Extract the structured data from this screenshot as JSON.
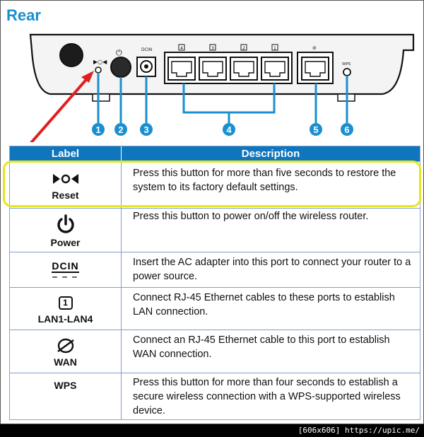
{
  "title": "Rear",
  "callouts": [
    "1",
    "2",
    "3",
    "4",
    "5",
    "6"
  ],
  "port_tags": [
    "4",
    "3",
    "2",
    "1"
  ],
  "wps_tag": "WPS",
  "dcin_tag": "DCIN",
  "table": {
    "headers": {
      "label": "Label",
      "description": "Description"
    },
    "rows": [
      {
        "icon": "reset-icon",
        "label": "Reset",
        "description": "Press this button for more than five seconds to restore the system to its factory default settings."
      },
      {
        "icon": "power-icon",
        "label": "Power",
        "description": "Press this button to power on/off the wireless router."
      },
      {
        "icon": "dcin-icon",
        "label": "",
        "icon_text": "DCIN",
        "description": "Insert the AC adapter into this port to connect your router to a power source."
      },
      {
        "icon": "lan-port-icon",
        "label": "LAN1-LAN4",
        "icon_text": "1",
        "description": "Connect RJ-45 Ethernet cables to these ports to establish LAN connection."
      },
      {
        "icon": "wan-globe-icon",
        "label": "WAN",
        "description": "Connect an RJ-45 Ethernet cable to this port to establish WAN connection."
      },
      {
        "icon": "",
        "label": "WPS",
        "description": "Press this button for more than four seconds to establish a secure wireless connection with a WPS-supported wireless device."
      }
    ]
  },
  "footer": "[606x606] https://upic.me/",
  "colors": {
    "accent": "#1a8fcf",
    "header_bg": "#0f75bd",
    "highlight": "#e6e621",
    "arrow": "#e02020"
  }
}
